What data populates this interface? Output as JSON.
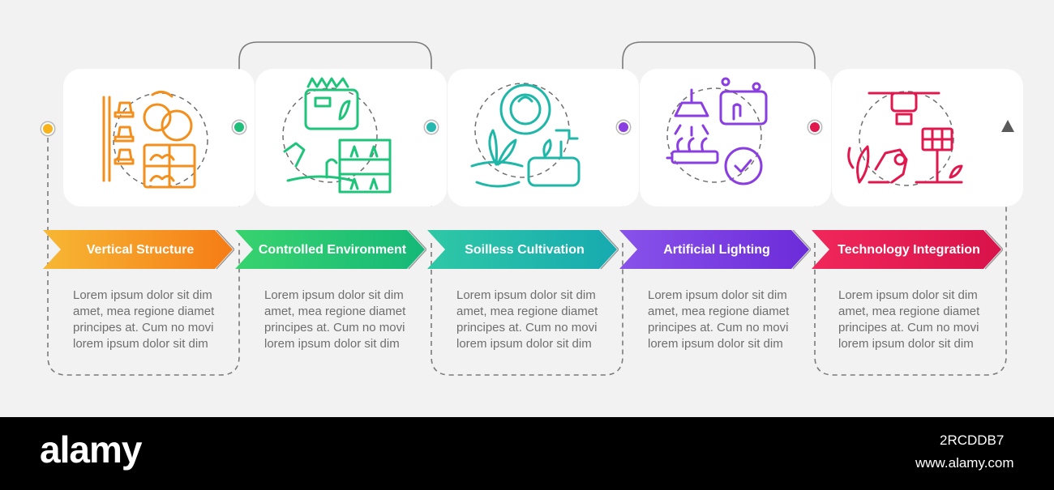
{
  "accent_colors": [
    "#f7941d",
    "#1fbf7a",
    "#26b8b0",
    "#8a3de0",
    "#e0184e"
  ],
  "steps": [
    {
      "title": "Vertical Structure",
      "description": "Lorem ipsum dolor sit dim amet, mea regione diamet principes at. Cum no movi lorem ipsum dolor sit dim",
      "icon": "vertical-shelves-and-vegetables-icon",
      "gradient": [
        "#f7b734",
        "#f57c16"
      ],
      "dot_color": "#f7b21c"
    },
    {
      "title": "Controlled Environment",
      "description": "Lorem ipsum dolor sit dim amet, mea regione diamet principes at. Cum no movi lorem ipsum dolor sit dim",
      "icon": "greenhouse-control-panel-icon",
      "gradient": [
        "#38d36e",
        "#15b878"
      ],
      "dot_color": "#1fbf7a"
    },
    {
      "title": "Soilless Cultivation",
      "description": "Lorem ipsum dolor sit dim amet, mea regione diamet principes at. Cum no movi lorem ipsum dolor sit dim",
      "icon": "hydroponic-plants-icon",
      "gradient": [
        "#2fc8a6",
        "#17aab0"
      ],
      "dot_color": "#26b8b0"
    },
    {
      "title": "Artificial Lighting",
      "description": "Lorem ipsum dolor sit dim amet, mea regione diamet principes at. Cum no movi lorem ipsum dolor sit dim",
      "icon": "grow-lamp-and-gear-icon",
      "gradient": [
        "#8852ea",
        "#6c2bd9"
      ],
      "dot_color": "#8a3de0"
    },
    {
      "title": "Technology Integration",
      "description": "Lorem ipsum dolor sit dim amet, mea regione diamet principes at. Cum no movi lorem ipsum dolor sit dim",
      "icon": "drone-robot-solar-icon",
      "gradient": [
        "#f0275a",
        "#d8124a"
      ],
      "dot_color": "#e0184e"
    }
  ],
  "footer": {
    "brand": "alamy",
    "image_id": "2RCDDB7",
    "site": "www.alamy.com"
  }
}
